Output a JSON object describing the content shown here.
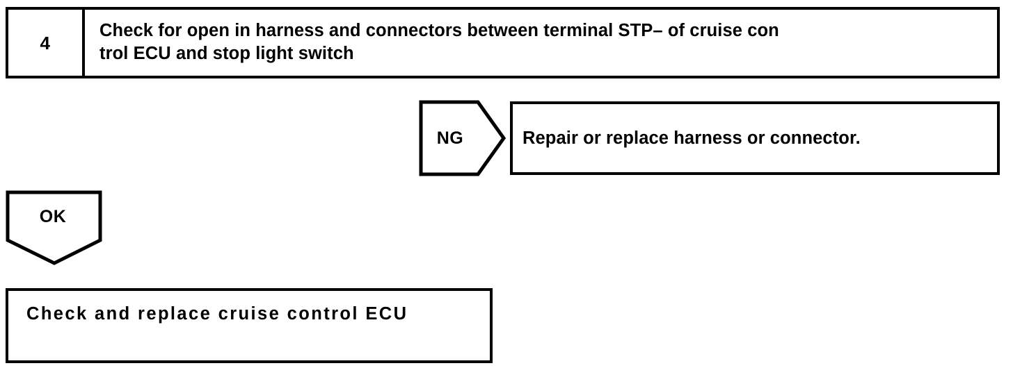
{
  "diagram": {
    "type": "diagnostic-flowchart",
    "colors": {
      "line": "#000000",
      "background": "#ffffff",
      "text": "#000000"
    }
  },
  "step": {
    "number": "4",
    "instruction": "Check for open in harness and connectors between terminal STP– of cruise con\ntrol ECU and stop light switch"
  },
  "branches": {
    "ng": {
      "label": "NG",
      "result_text": "Repair or replace harness or connector."
    },
    "ok": {
      "label": "OK",
      "result_text": "Check and replace cruise control ECU"
    }
  }
}
